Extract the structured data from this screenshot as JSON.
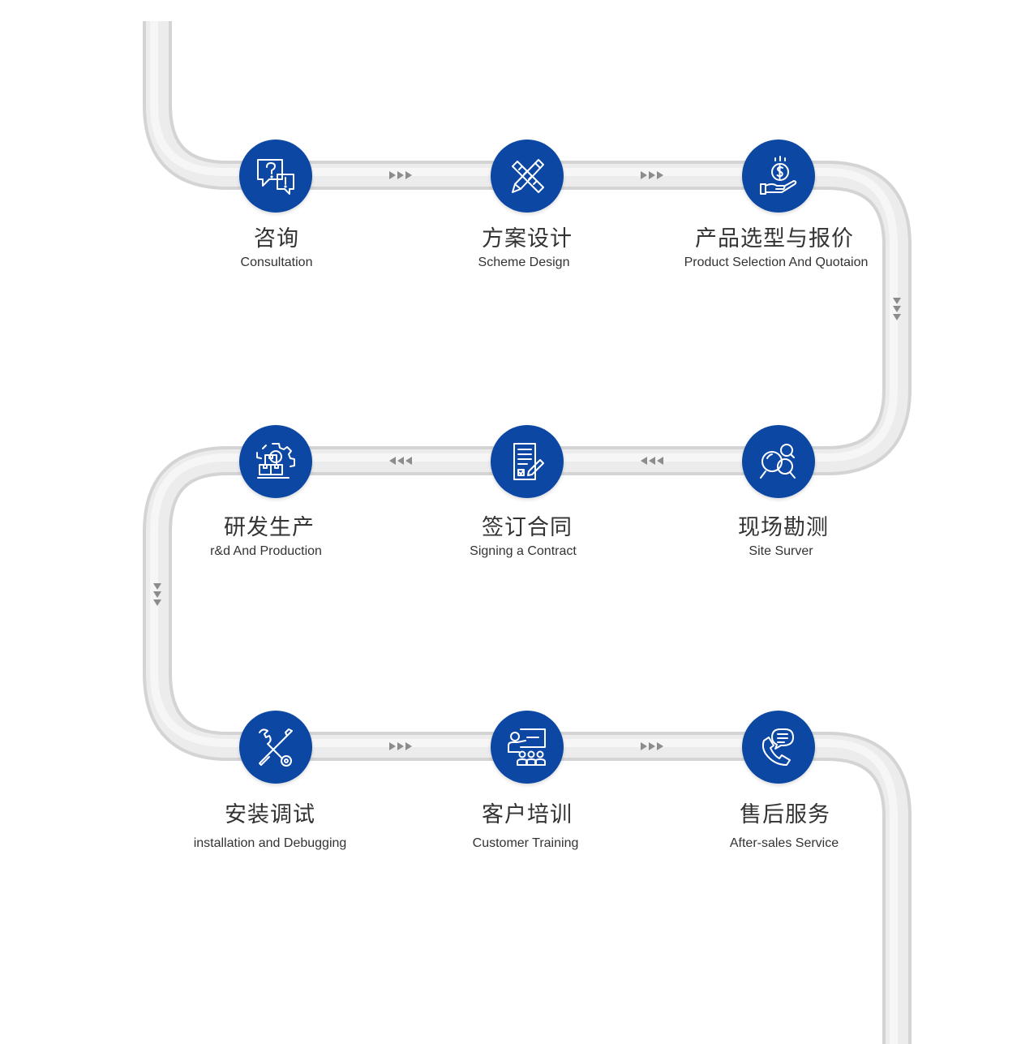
{
  "colors": {
    "accent": "#0b47a3",
    "pipe": "#e9e9ea",
    "pipe_shadow": "#d4d4d6",
    "arrow": "#8c8c8c",
    "text": "#333333"
  },
  "steps": [
    {
      "zh": "咨询",
      "en": "Consultation",
      "icon": "consultation-icon"
    },
    {
      "zh": "方案设计",
      "en": "Scheme Design",
      "icon": "pencil-ruler-icon"
    },
    {
      "zh": "产品选型与报价",
      "en": "Product Selection And Quotaion",
      "icon": "money-hand-icon"
    },
    {
      "zh": "现场勘测",
      "en": "Site Surver",
      "icon": "magnifier-icon"
    },
    {
      "zh": "签订合同",
      "en": "Signing a Contract",
      "icon": "contract-icon"
    },
    {
      "zh": "研发生产",
      "en": "r&d And Production",
      "icon": "gear-boxes-icon"
    },
    {
      "zh": "安装调试",
      "en": "installation and Debugging",
      "icon": "tools-icon"
    },
    {
      "zh": "客户培训",
      "en": "Customer Training",
      "icon": "training-icon"
    },
    {
      "zh": "售后服务",
      "en": "After-sales Service",
      "icon": "phone-chat-icon"
    }
  ]
}
